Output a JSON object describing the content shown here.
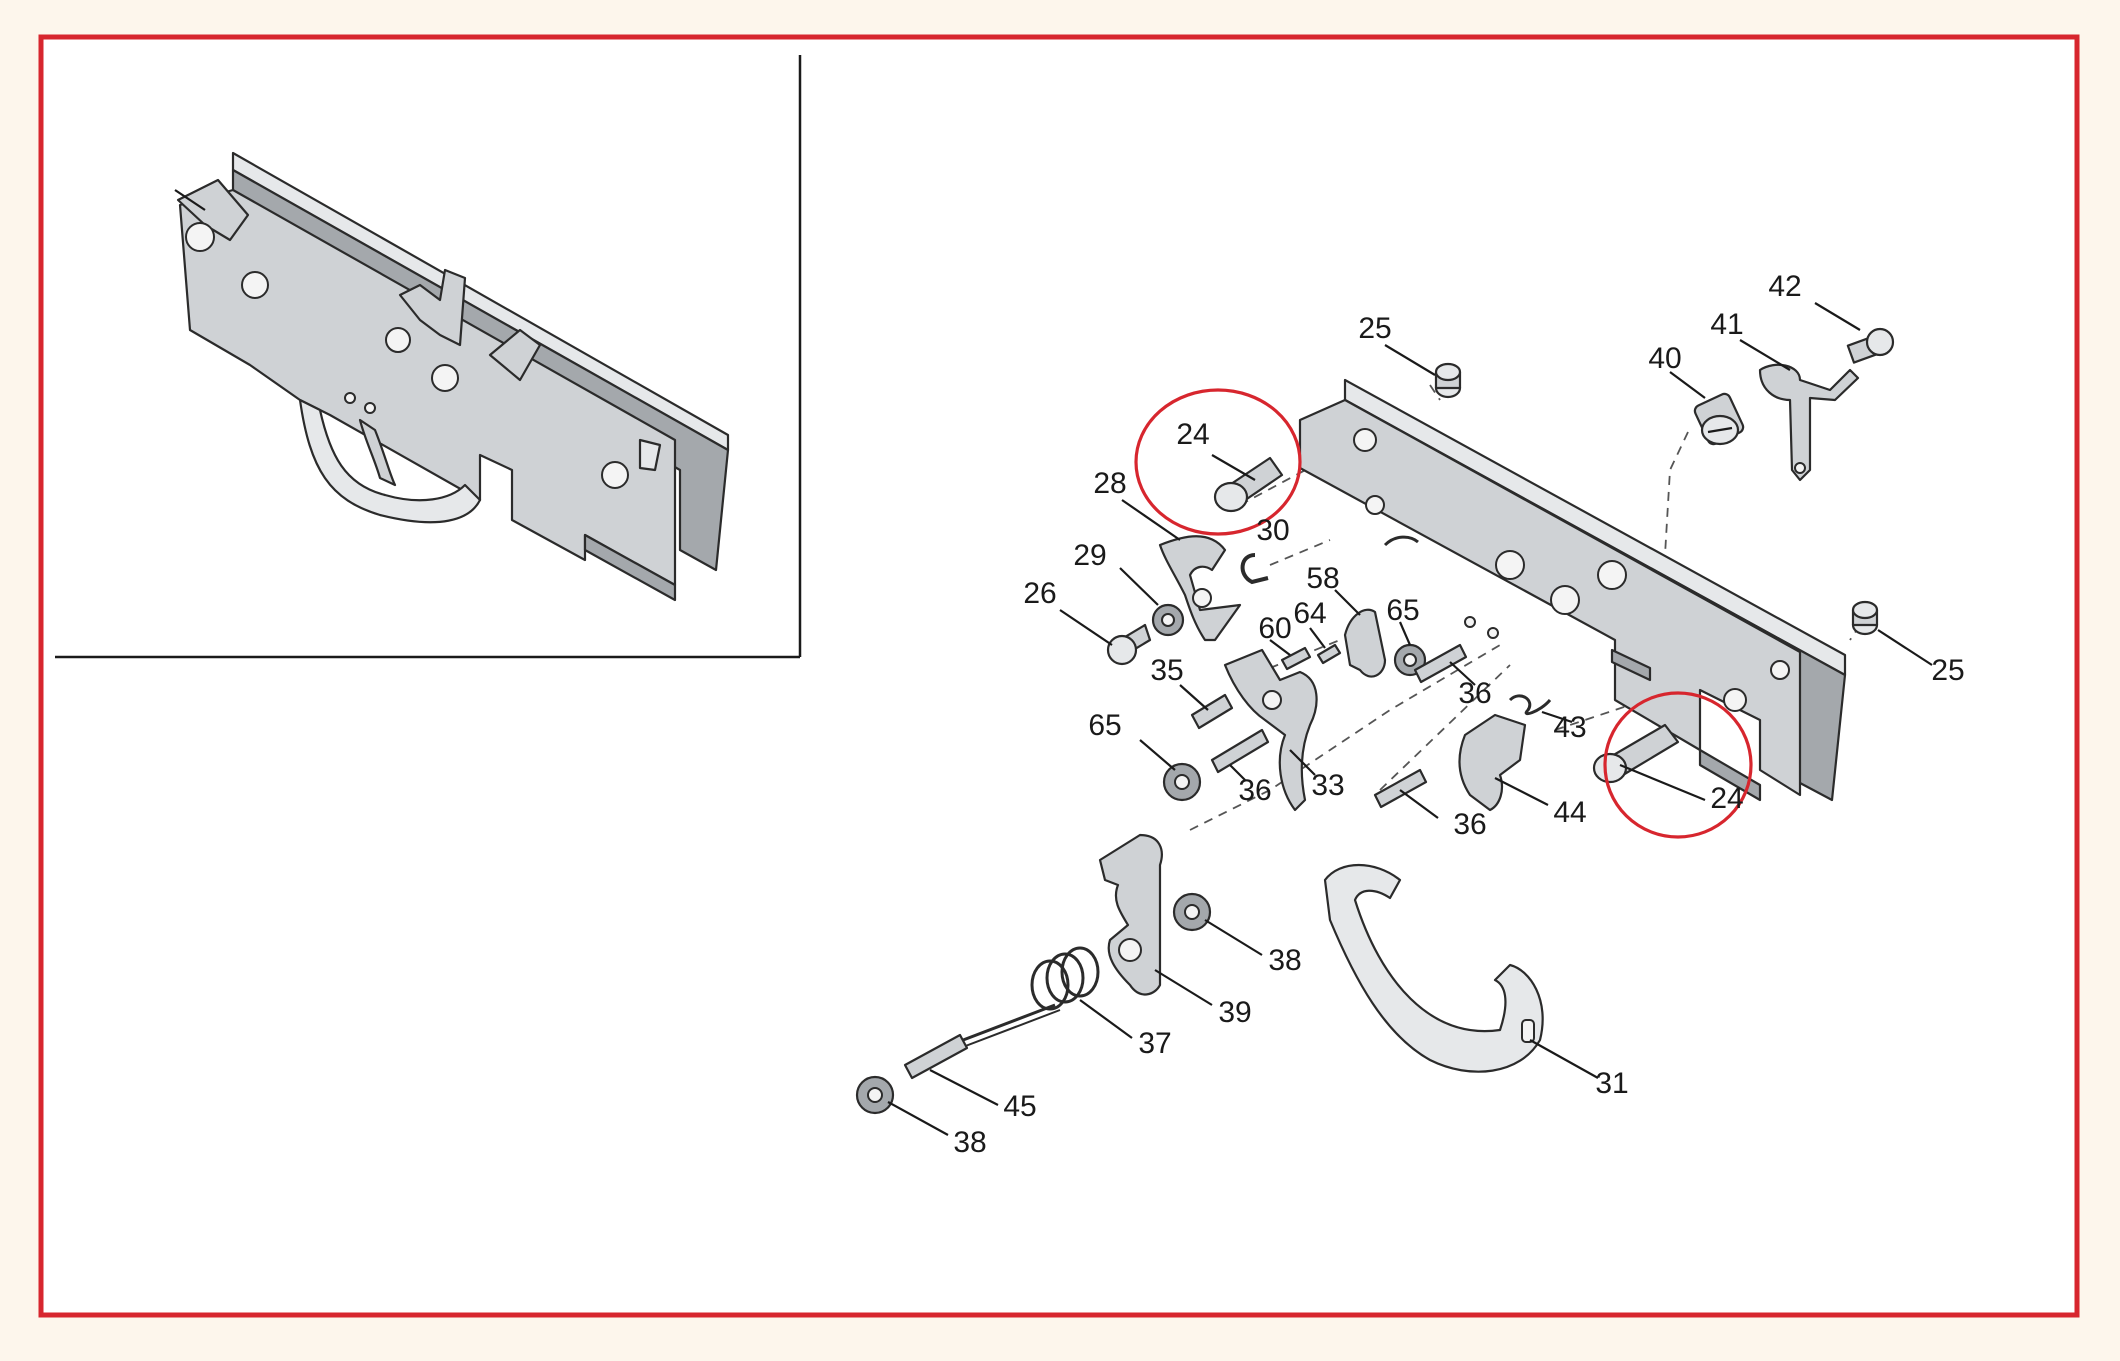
{
  "colors": {
    "background": "#fdf6ec",
    "frame": "#d7262e",
    "panel": "#ffffff",
    "highlight": "#d7262e",
    "line": "#1a1a1a"
  },
  "inset": {
    "content": "assembled trigger group illustration"
  },
  "callouts": [
    {
      "id": "c25a",
      "text": "25"
    },
    {
      "id": "c42",
      "text": "42"
    },
    {
      "id": "c41",
      "text": "41"
    },
    {
      "id": "c40",
      "text": "40"
    },
    {
      "id": "c24a",
      "text": "24"
    },
    {
      "id": "c28",
      "text": "28"
    },
    {
      "id": "c30",
      "text": "30"
    },
    {
      "id": "c29",
      "text": "29"
    },
    {
      "id": "c26",
      "text": "26"
    },
    {
      "id": "c58",
      "text": "58"
    },
    {
      "id": "c65a",
      "text": "65"
    },
    {
      "id": "c60",
      "text": "60"
    },
    {
      "id": "c64",
      "text": "64"
    },
    {
      "id": "c35",
      "text": "35"
    },
    {
      "id": "c36a",
      "text": "36"
    },
    {
      "id": "c43",
      "text": "43"
    },
    {
      "id": "c25b",
      "text": "25"
    },
    {
      "id": "c65b",
      "text": "65"
    },
    {
      "id": "c36b",
      "text": "36"
    },
    {
      "id": "c33",
      "text": "33"
    },
    {
      "id": "c36c",
      "text": "36"
    },
    {
      "id": "c44",
      "text": "44"
    },
    {
      "id": "c24b",
      "text": "24"
    },
    {
      "id": "c38a",
      "text": "38"
    },
    {
      "id": "c39",
      "text": "39"
    },
    {
      "id": "c37",
      "text": "37"
    },
    {
      "id": "c45",
      "text": "45"
    },
    {
      "id": "c38b",
      "text": "38"
    },
    {
      "id": "c31",
      "text": "31"
    }
  ]
}
